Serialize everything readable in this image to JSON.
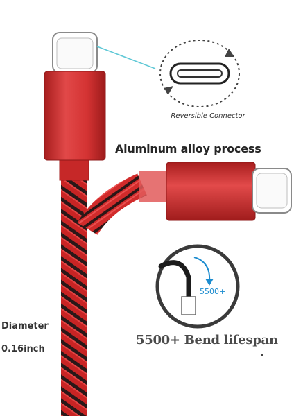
{
  "product_image": {
    "reversible_label": "Reversible Connector",
    "aluminum_label": "Aluminum alloy process",
    "diameter_label": "Diameter",
    "diameter_value": "0.16inch",
    "bend_count": "5500+",
    "lifespan_label": "5500+ Bend lifespan"
  },
  "colors": {
    "cable_red": "#d42a2a",
    "cable_dark": "#2a1a1a",
    "connector_red": "#d83a3a",
    "callout_blue": "#1c8ccf",
    "line_cyan": "#5fc8d6"
  }
}
